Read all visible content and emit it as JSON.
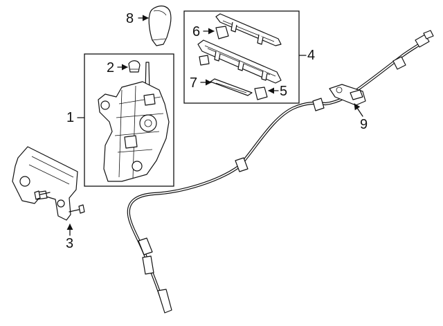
{
  "callouts": {
    "c1": "1",
    "c2": "2",
    "c3": "3",
    "c4": "4",
    "c5": "5",
    "c6": "6",
    "c7": "7",
    "c8": "8",
    "c9": "9"
  },
  "colors": {
    "ink": "#111111",
    "paper": "#ffffff"
  }
}
